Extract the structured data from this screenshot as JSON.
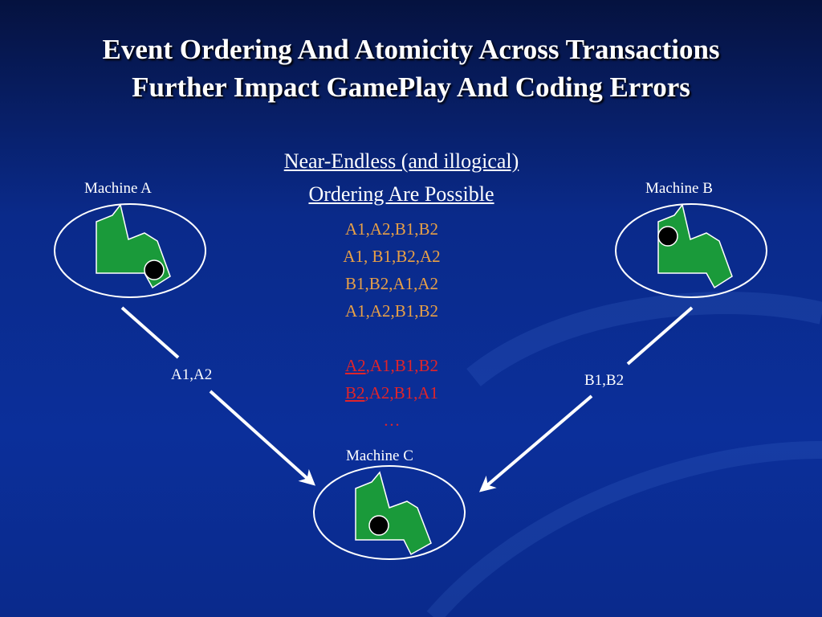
{
  "title": {
    "line1": "Event Ordering And Atomicity Across Transactions",
    "line2": "Further Impact GamePlay And Coding Errors"
  },
  "heading": {
    "line1": "Near-Endless (and illogical)",
    "line2": "Ordering Are Possible"
  },
  "orderings": {
    "valid": [
      "A1,A2,B1,B2",
      "A1, B1,B2,A2",
      "B1,B2,A1,A2",
      "A1,A2,B1,B2"
    ],
    "invalid": [
      {
        "lead": "A2",
        "rest": ",A1,B1,B2"
      },
      {
        "lead": "B2",
        "rest": ",A2,B1,A1"
      }
    ],
    "ellipsis": "…"
  },
  "machines": {
    "a": "Machine A",
    "b": "Machine B",
    "c": "Machine C"
  },
  "edges": {
    "left": "A1,A2",
    "right": "B1,B2"
  },
  "colors": {
    "background": "#0b2f9a",
    "valid_text": "#e8a046",
    "invalid_text": "#e0242a",
    "map_fill": "#1a9a3a"
  }
}
